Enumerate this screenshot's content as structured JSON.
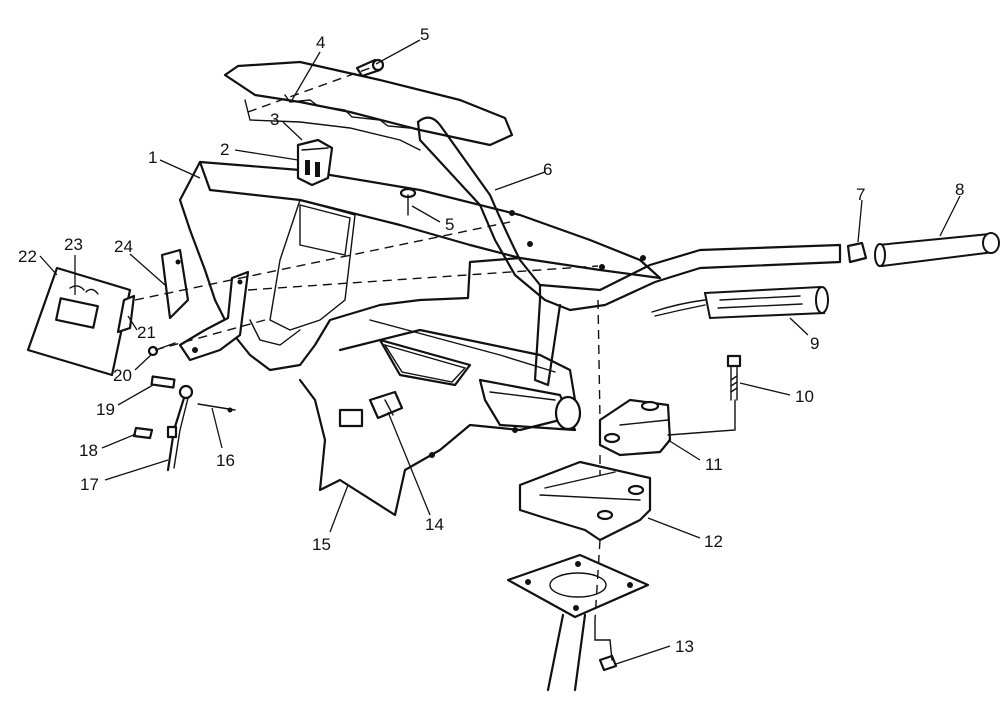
{
  "parts": [
    {
      "id": "1",
      "label": "1"
    },
    {
      "id": "2",
      "label": "2"
    },
    {
      "id": "3",
      "label": "3"
    },
    {
      "id": "4",
      "label": "4"
    },
    {
      "id": "5a",
      "label": "5"
    },
    {
      "id": "5b",
      "label": "5"
    },
    {
      "id": "6",
      "label": "6"
    },
    {
      "id": "7",
      "label": "7"
    },
    {
      "id": "8",
      "label": "8"
    },
    {
      "id": "9",
      "label": "9"
    },
    {
      "id": "10",
      "label": "10"
    },
    {
      "id": "11",
      "label": "11"
    },
    {
      "id": "12",
      "label": "12"
    },
    {
      "id": "13",
      "label": "13"
    },
    {
      "id": "14",
      "label": "14"
    },
    {
      "id": "15",
      "label": "15"
    },
    {
      "id": "16",
      "label": "16"
    },
    {
      "id": "17",
      "label": "17"
    },
    {
      "id": "18",
      "label": "18"
    },
    {
      "id": "19",
      "label": "19"
    },
    {
      "id": "20",
      "label": "20"
    },
    {
      "id": "21",
      "label": "21"
    },
    {
      "id": "22",
      "label": "22"
    },
    {
      "id": "23",
      "label": "23"
    },
    {
      "id": "24",
      "label": "24"
    }
  ]
}
